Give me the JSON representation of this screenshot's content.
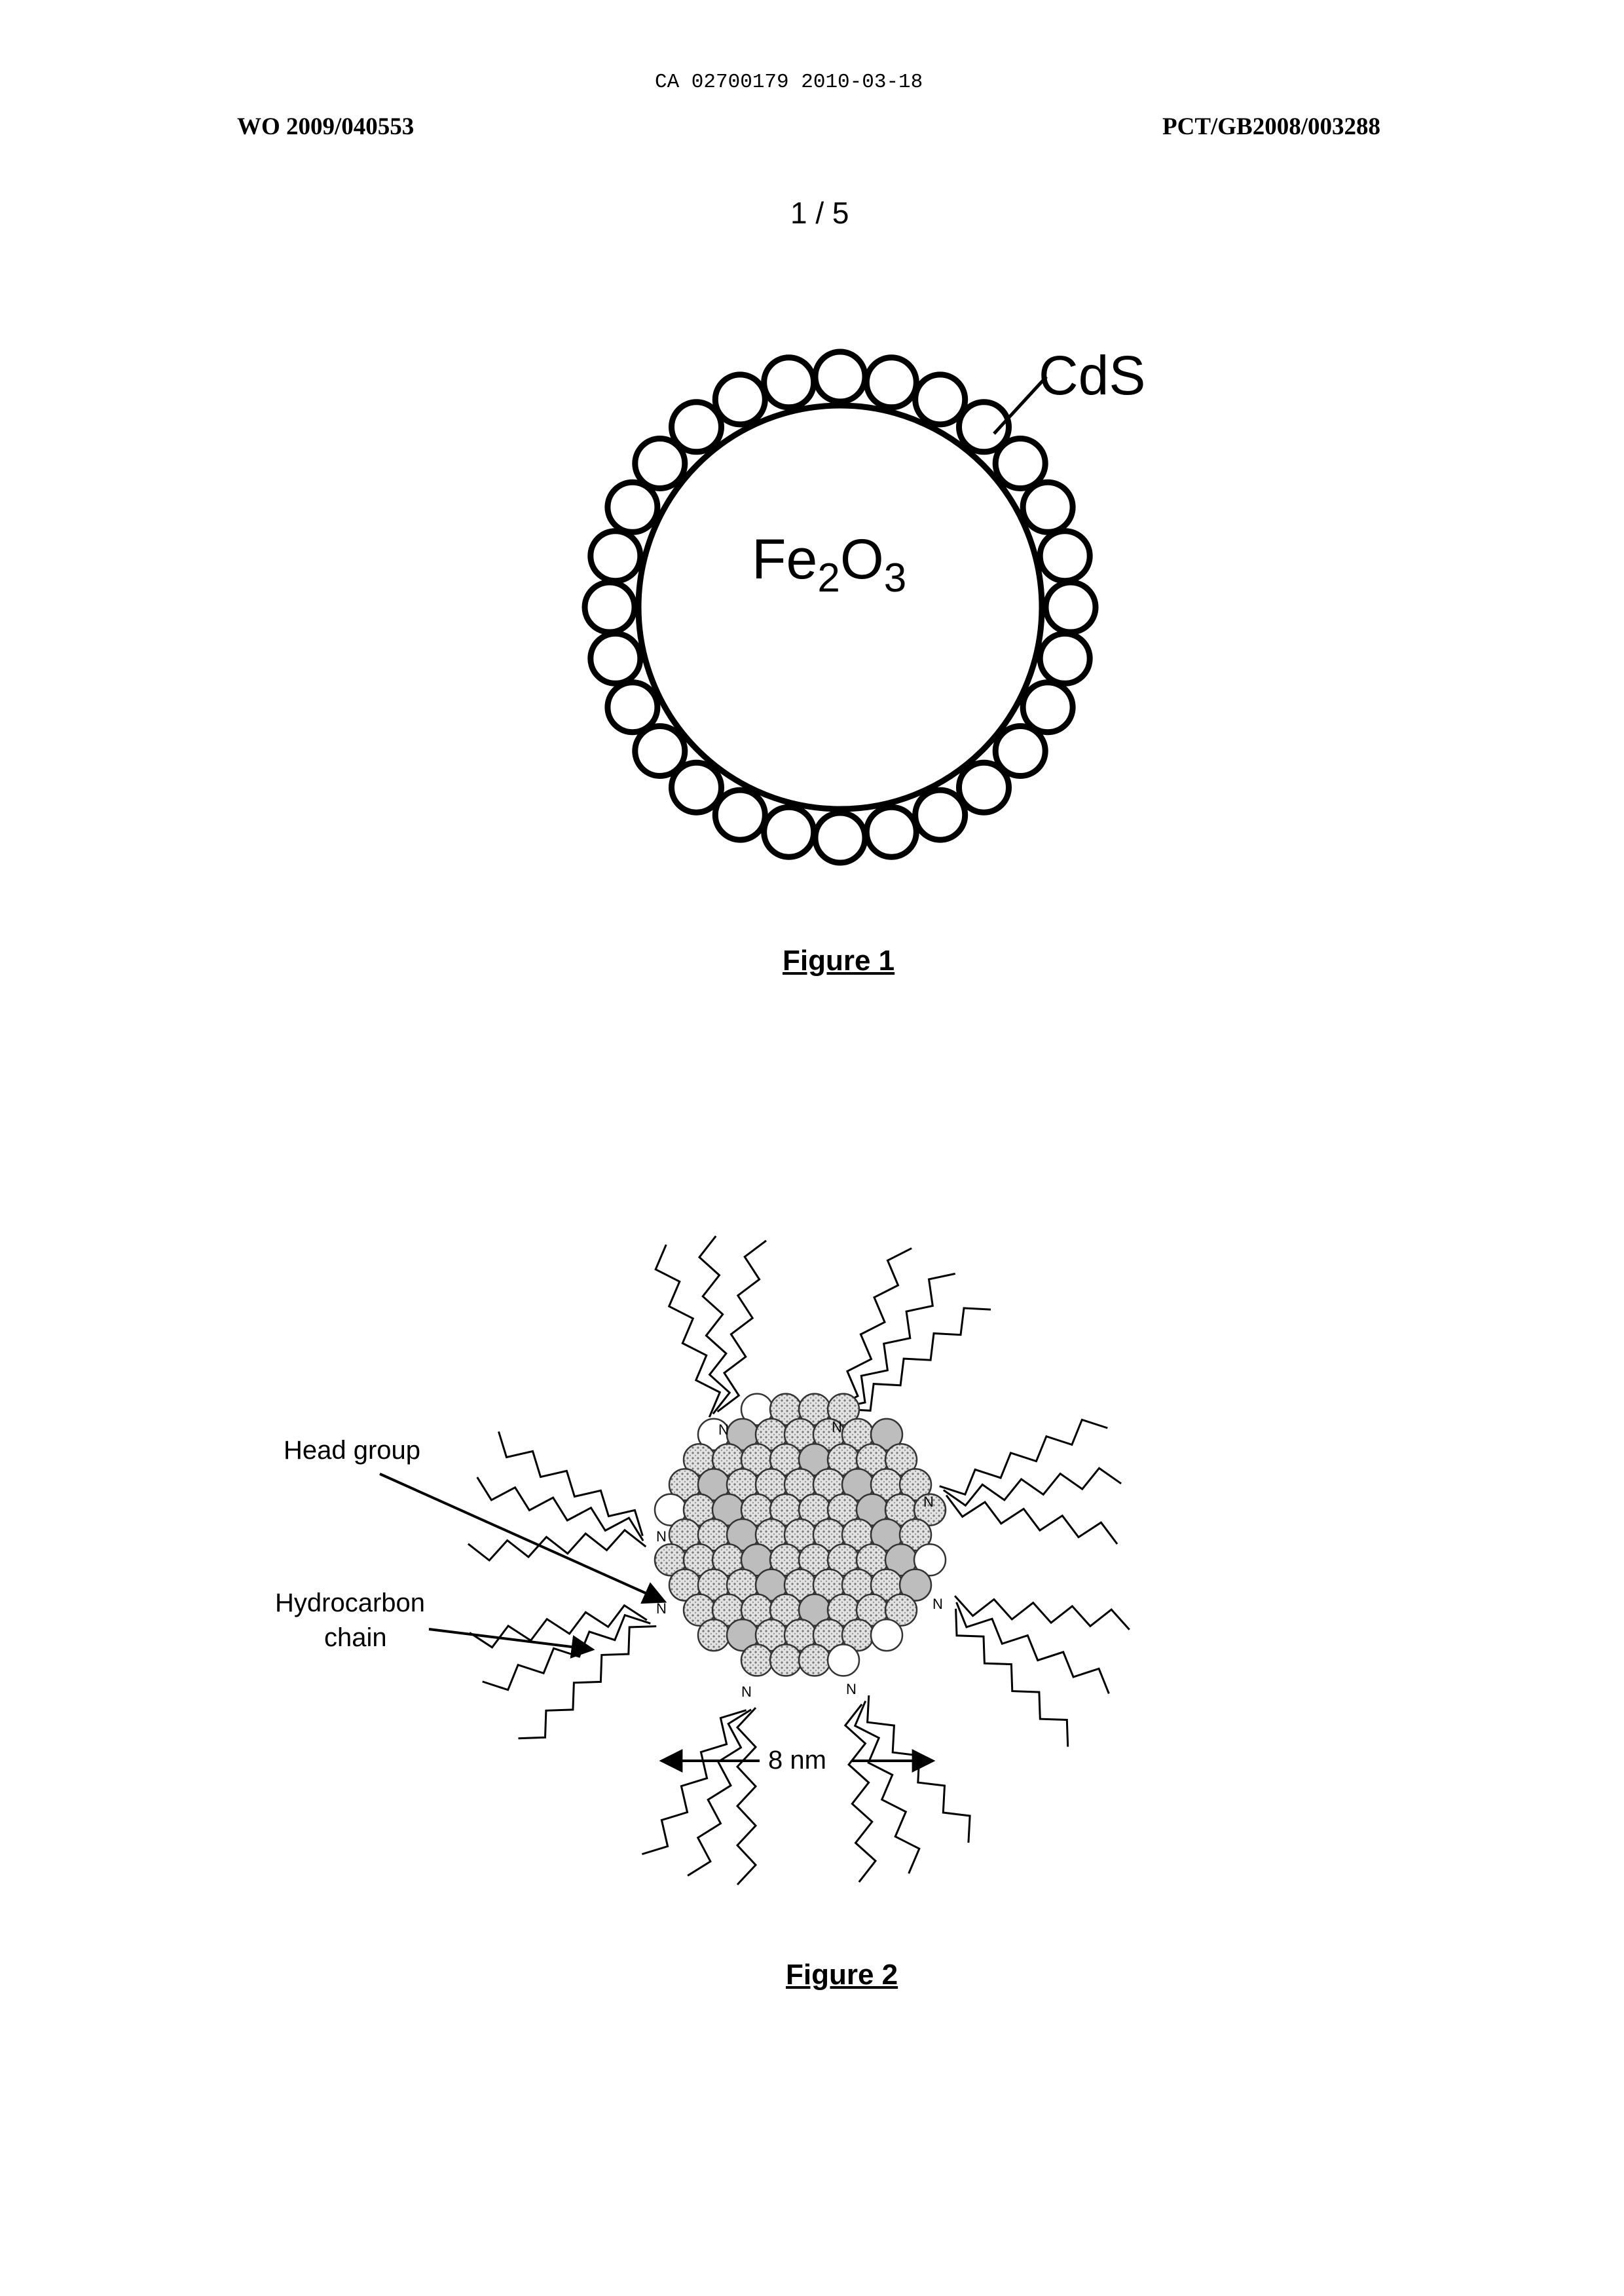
{
  "header": {
    "ca_line": "CA 02700179 2010-03-18",
    "wo_number": "WO 2009/040553",
    "pct_number": "PCT/GB2008/003288",
    "sheet": "1 / 5"
  },
  "figure1": {
    "shell_label": "CdS",
    "core_label_main": "Fe",
    "core_sub1": "2",
    "core_label_mid": "O",
    "core_sub2": "3",
    "caption": "Figure 1"
  },
  "figure2": {
    "head_group_label": "Head group",
    "hydrocarbon_label_line1": "Hydrocarbon",
    "hydrocarbon_label_line2": "chain",
    "scale_label": "8 nm",
    "nitrogen": "N",
    "caption": "Figure 2"
  }
}
